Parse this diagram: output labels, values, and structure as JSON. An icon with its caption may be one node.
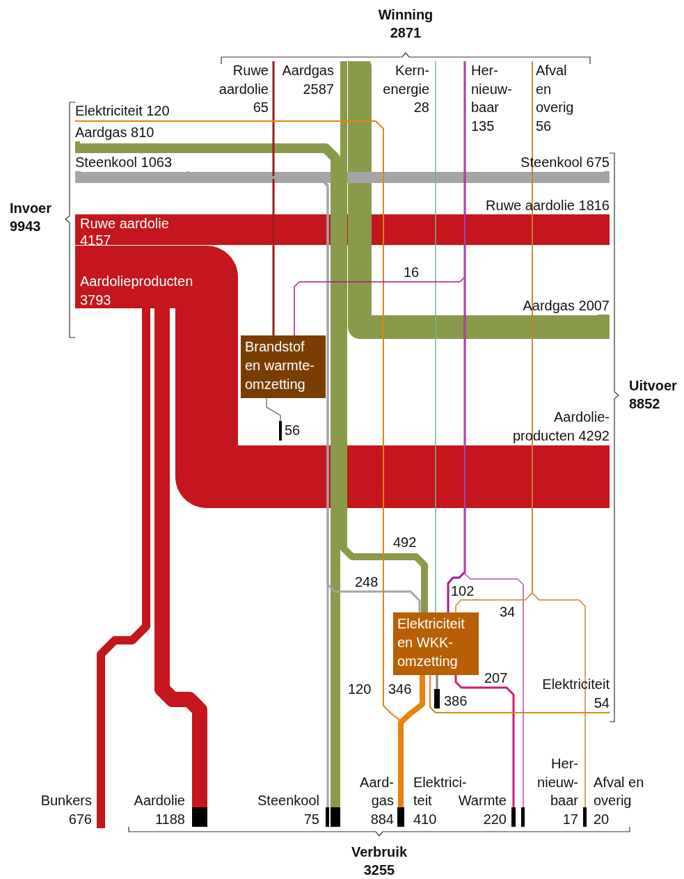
{
  "diagram": {
    "nodes": [
      {
        "text": [
          "Ruwe aardolie 65"
        ]
      },
      {
        "text": [
          "Aardgas 2587"
        ]
      },
      {
        "text": [
          "Kern- energie 28"
        ]
      },
      {
        "text": [
          "Her- nieuw- baar 135"
        ]
      },
      {
        "text": [
          "Afval en overig 56"
        ]
      },
      {
        "text": [
          "Elektriciteit 120"
        ]
      },
      {
        "text": [
          "Aardgas 810"
        ]
      },
      {
        "text": [
          "Steenkool 1063"
        ]
      },
      {
        "text": [
          "Ruwe aardolie 4157"
        ]
      },
      {
        "text": [
          "Aardolieproducten 3793"
        ]
      },
      {
        "text": [
          "Brandstof en warmte- omzetting"
        ]
      },
      {
        "text": [
          "Elektriciteit en WKK- omzetting"
        ]
      },
      {
        "text": [
          "Steenkool 675"
        ]
      },
      {
        "text": [
          "Ruwe aardolie 1816"
        ]
      },
      {
        "text": [
          "Aardgas 2007"
        ]
      },
      {
        "text": [
          "Aardolie- producten 4292"
        ]
      },
      {
        "text": [
          "Elektriciteit 54"
        ]
      },
      {
        "text": [
          "Bunkers 676"
        ]
      },
      {
        "text": [
          "Aardolie 1188"
        ]
      },
      {
        "text": [
          "Steenkool 75"
        ]
      },
      {
        "text": [
          "Aard- gas 884"
        ]
      },
      {
        "text": [
          "Elektrici- teit 410"
        ]
      },
      {
        "text": [
          "Warmte 220"
        ]
      },
      {
        "text": [
          "Her- nieuw- baar 17"
        ]
      },
      {
        "text": [
          "Afval en overig 20"
        ]
      },
      {
        "text": [
          "56"
        ]
      },
      {
        "text": [
          "386"
        ]
      }
    ],
    "edges": [
      {
        "from": 0,
        "to": 10,
        "arrow": "none",
        "color": "#9b1b1b"
      },
      {
        "from": 1,
        "to": 14,
        "arrow": "none",
        "style": "thick",
        "color": "#8a9a4b"
      },
      {
        "from": 1,
        "to": 11,
        "label": "492",
        "arrow": "none",
        "style": "thick",
        "color": "#8a9a4b"
      },
      {
        "from": 6,
        "to": 20,
        "arrow": "none",
        "style": "thick",
        "color": "#8a9a4b"
      },
      {
        "from": 2,
        "to": 11,
        "arrow": "none",
        "color": "#6db59a"
      },
      {
        "from": 3,
        "to": 10,
        "label": "16",
        "arrow": "none",
        "color": "#9e1f8f"
      },
      {
        "from": 3,
        "to": 11,
        "label": "102",
        "arrow": "none",
        "color": "#9e1f8f"
      },
      {
        "from": 3,
        "to": 23,
        "arrow": "none",
        "color": "#b054a8"
      },
      {
        "from": 4,
        "to": 11,
        "label": "34",
        "arrow": "none",
        "color": "#c9822b"
      },
      {
        "from": 4,
        "to": 24,
        "arrow": "none",
        "color": "#c9822b"
      },
      {
        "from": 5,
        "to": 21,
        "label": "120",
        "arrow": "none",
        "color": "#e6820e"
      },
      {
        "from": 7,
        "to": 12,
        "arrow": "none",
        "style": "thick",
        "color": "#a5a5a5"
      },
      {
        "from": 7,
        "to": 11,
        "label": "248",
        "arrow": "none",
        "color": "#a5a5a5"
      },
      {
        "from": 7,
        "to": 19,
        "arrow": "none",
        "color": "#a5a5a5"
      },
      {
        "from": 8,
        "to": 13,
        "arrow": "none",
        "style": "thick",
        "color": "#c4161c"
      },
      {
        "from": 9,
        "to": 15,
        "arrow": "none",
        "style": "thick",
        "color": "#c4161c"
      },
      {
        "from": 9,
        "to": 17,
        "arrow": "none",
        "style": "thick",
        "color": "#c4161c"
      },
      {
        "from": 9,
        "to": 18,
        "arrow": "none",
        "style": "thick",
        "color": "#c4161c"
      },
      {
        "from": 10,
        "to": 25,
        "arrow": "none",
        "color": "#808080"
      },
      {
        "from": 11,
        "to": 21,
        "label": "346",
        "arrow": "none",
        "style": "thick",
        "color": "#e6820e"
      },
      {
        "from": 11,
        "to": 22,
        "label": "207",
        "arrow": "none",
        "color": "#d9157b"
      },
      {
        "from": 11,
        "to": 26,
        "arrow": "none",
        "color": "#808080"
      },
      {
        "from": 11,
        "to": 16,
        "arrow": "none",
        "color": "#e6820e"
      }
    ],
    "labels": [
      "Winning 2871",
      "Invoer 9943",
      "Uitvoer 8852",
      "Verbruik 3255"
    ]
  }
}
